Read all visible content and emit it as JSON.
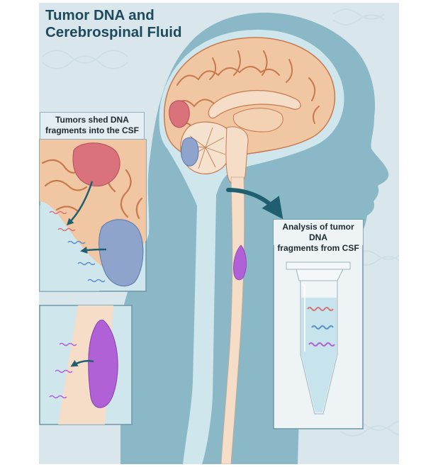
{
  "figure": {
    "title_lines": [
      "Tumor DNA and",
      "Cerebrospinal Fluid"
    ],
    "shed_callout_lines": [
      "Tumors shed DNA",
      "fragments into the CSF"
    ],
    "analysis_callout_lines": [
      "Analysis of tumor DNA",
      "fragments from CSF"
    ]
  },
  "colors": {
    "background": "#d9e7ec",
    "silhouette": "#8ab8c6",
    "csf_fluid": "#cfe6ed",
    "brain_tissue": "#f1c6a2",
    "brain_gyri": "#c77a4e",
    "spinal_cord": "#f6ddc7",
    "tumor_red": "#d9727a",
    "tumor_blue": "#8ea4cc",
    "tumor_purple": "#b061d6",
    "arrow": "#1f5f70",
    "dna_red": "#d9727a",
    "dna_blue": "#5b8fc9",
    "dna_purple": "#b061d6"
  },
  "icons": [
    "curved-arrow-icon",
    "test-tube-icon",
    "dna-fragment-icon"
  ]
}
